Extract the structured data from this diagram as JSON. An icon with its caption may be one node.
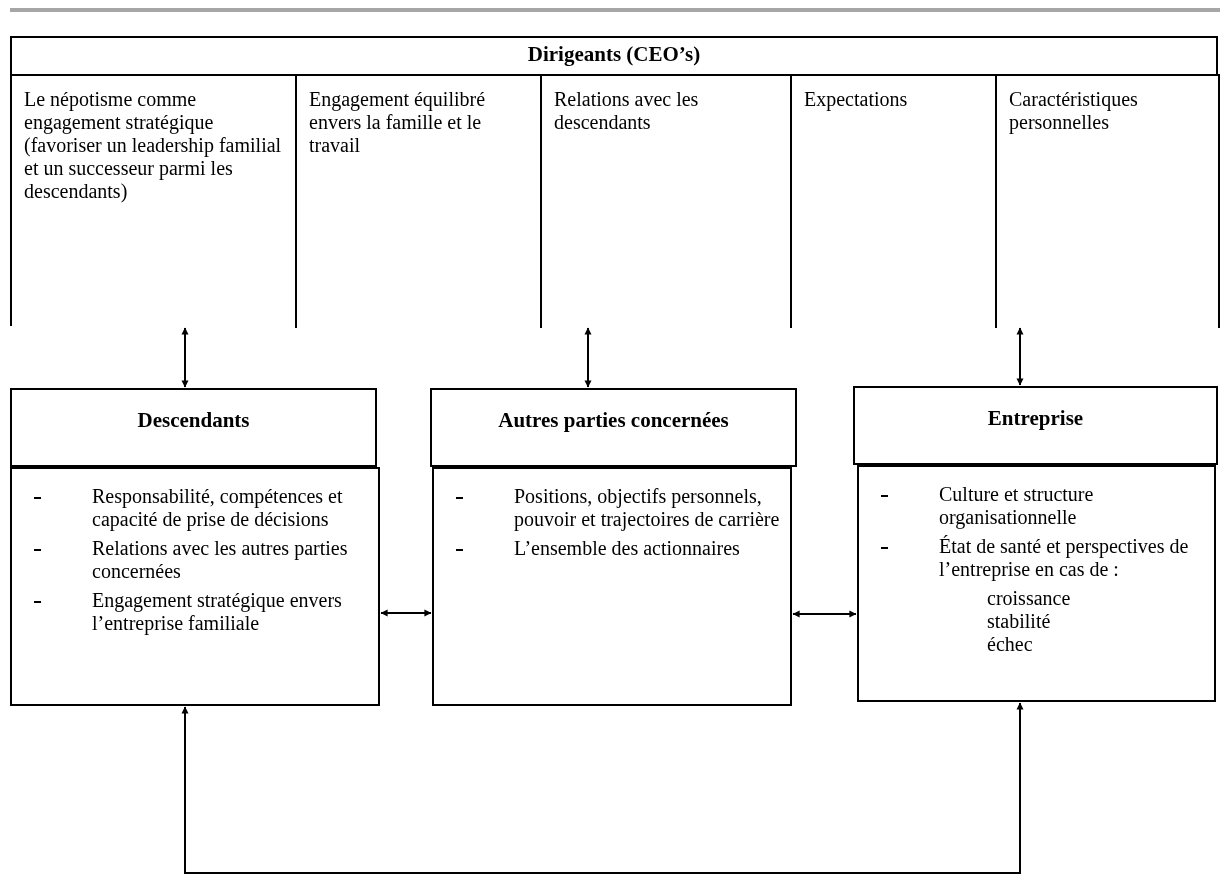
{
  "diagram": {
    "nodes": [
      {
        "text": [
          "Dirigeants (CEO’s)"
        ]
      },
      {
        "text": [
          "Le népotisme comme engagement stratégique (favoriser un leadership familial et un successeur parmi les descendants)"
        ],
        "in": 0
      },
      {
        "text": [
          "Engagement équilibré envers la famille et le travail"
        ],
        "in": 0
      },
      {
        "text": [
          "Relations avec les descendants"
        ],
        "in": 0
      },
      {
        "text": [
          "Expectations"
        ],
        "in": 0
      },
      {
        "text": [
          "Caractéristiques personnelles"
        ],
        "in": 0
      },
      {
        "text": [
          "Descendants"
        ]
      },
      {
        "text": [
          "Responsabilité, compétences et capacité de prise de décisions",
          "Relations avec les autres parties concernées",
          "Engagement stratégique envers l’entreprise familiale"
        ]
      },
      {
        "text": [
          "Autres parties concernées"
        ]
      },
      {
        "text": [
          "Positions, objectifs personnels, pouvoir et trajectoires de carrière",
          "L’ensemble des actionnaires"
        ]
      },
      {
        "text": [
          "Entreprise"
        ]
      },
      {
        "text": [
          "Culture et structure organisationnelle",
          "État de santé et perspectives de l’entreprise en cas de :",
          "croissance",
          "stabilité",
          "échec"
        ]
      }
    ],
    "edges": [
      {
        "from": 1,
        "to": 6,
        "arrow": "both"
      },
      {
        "from": 3,
        "to": 8,
        "arrow": "both"
      },
      {
        "from": 5,
        "to": 10,
        "arrow": "both"
      },
      {
        "from": 7,
        "to": 9,
        "arrow": "both"
      },
      {
        "from": 9,
        "to": 11,
        "arrow": "both"
      },
      {
        "from": 7,
        "to": 11,
        "arrow": "both"
      }
    ]
  }
}
